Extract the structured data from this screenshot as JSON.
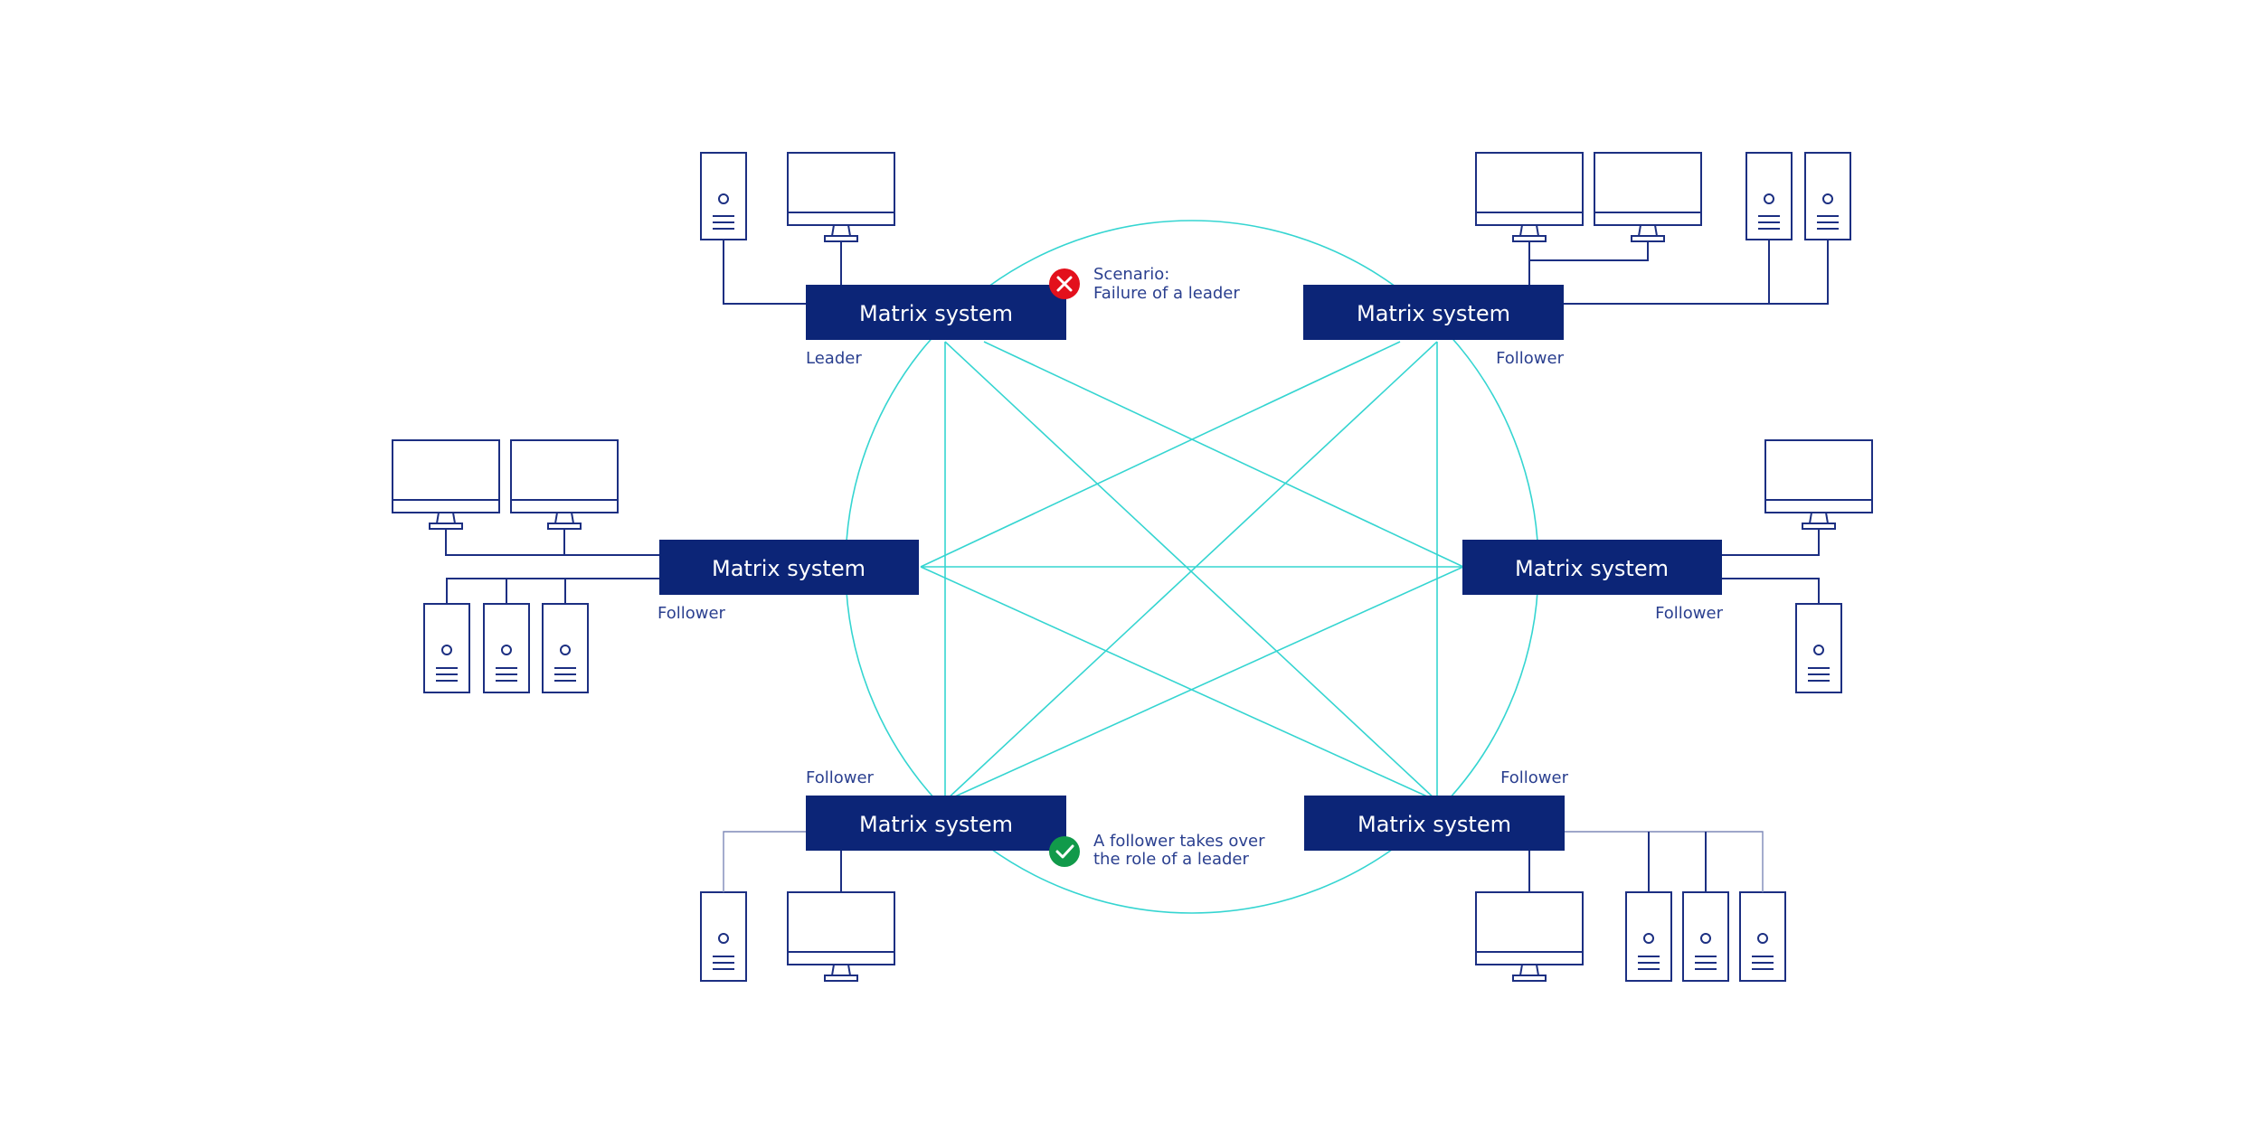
{
  "nodes": [
    {
      "label": "Matrix system",
      "role": "Leader"
    },
    {
      "label": "Matrix system",
      "role": "Follower"
    },
    {
      "label": "Matrix system",
      "role": "Follower"
    },
    {
      "label": "Matrix system",
      "role": "Follower"
    },
    {
      "label": "Matrix system",
      "role": "Follower"
    },
    {
      "label": "Matrix system",
      "role": "Follower"
    }
  ],
  "annotations": {
    "failure": {
      "line1": "Scenario:",
      "line2": "Failure of a leader",
      "icon": "error-x-icon",
      "color": "#e3101c"
    },
    "takeover": {
      "line1": "A follower takes over",
      "line2": "the role of a leader",
      "icon": "check-icon",
      "color": "#119a4a"
    }
  },
  "colors": {
    "node": "#0c2577",
    "mesh": "#35d5d1",
    "device_line": "#1c2f82",
    "text": "#2a3f8f"
  }
}
